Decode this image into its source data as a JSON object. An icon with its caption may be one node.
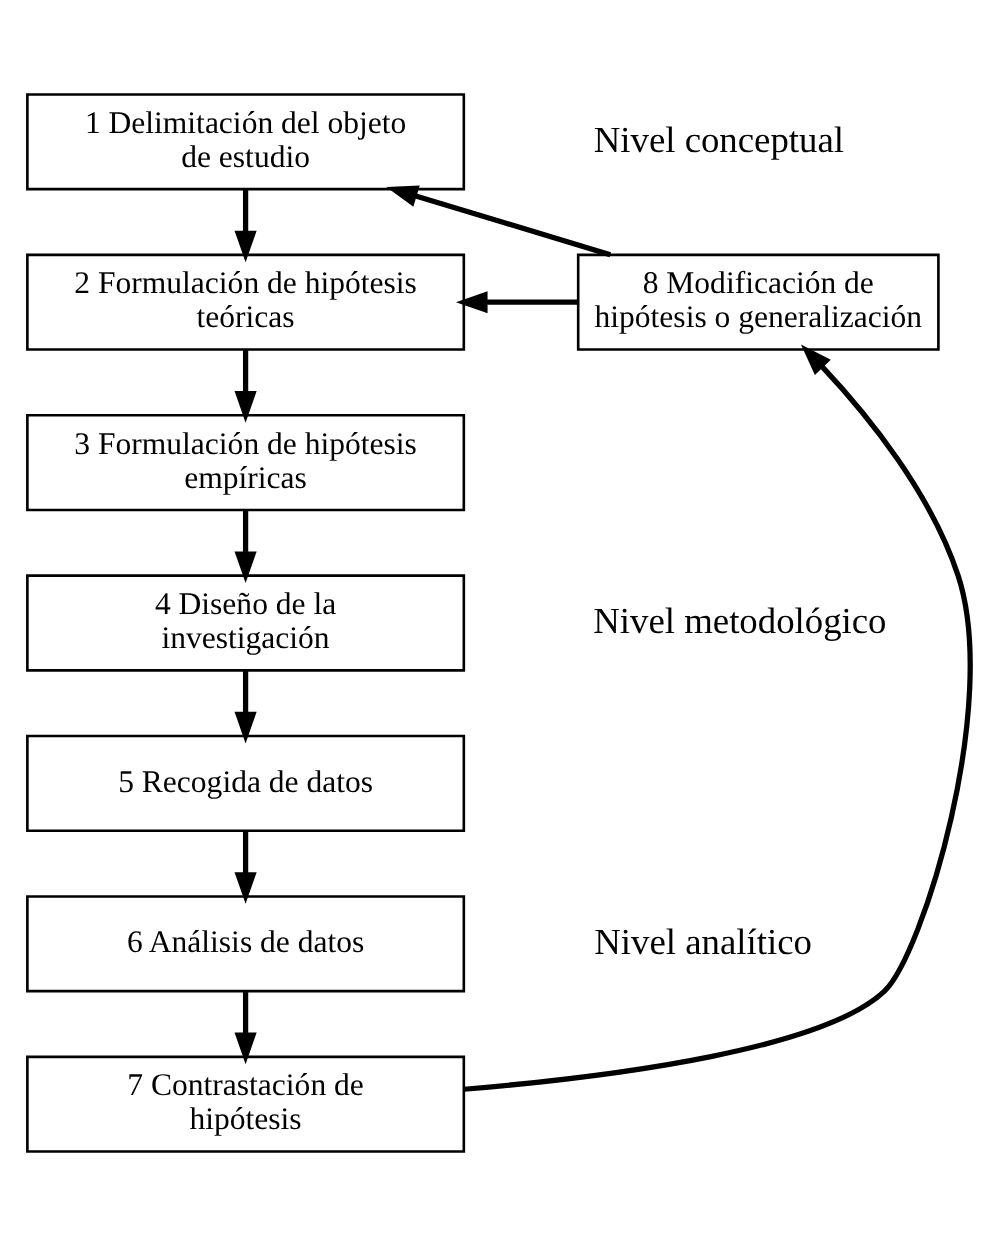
{
  "diagram": {
    "nodes": [
      {
        "text": [
          "1 Delimitación del objeto de estudio"
        ]
      },
      {
        "text": [
          "2 Formulación de hipótesis teóricas"
        ]
      },
      {
        "text": [
          "3 Formulación de hipótesis empíricas"
        ]
      },
      {
        "text": [
          "4 Diseño de la investigación"
        ]
      },
      {
        "text": [
          "5 Recogida de datos"
        ]
      },
      {
        "text": [
          "6 Análisis de datos"
        ]
      },
      {
        "text": [
          "7 Contrastación de hipótesis"
        ]
      },
      {
        "text": [
          "8 Modificación de hipótesis o generalización"
        ]
      }
    ],
    "edges": [
      {
        "from": 0,
        "to": 1,
        "arrow": "to"
      },
      {
        "from": 1,
        "to": 2,
        "arrow": "to"
      },
      {
        "from": 2,
        "to": 3,
        "arrow": "to"
      },
      {
        "from": 3,
        "to": 4,
        "arrow": "to"
      },
      {
        "from": 4,
        "to": 5,
        "arrow": "to"
      },
      {
        "from": 5,
        "to": 6,
        "arrow": "to"
      },
      {
        "from": 6,
        "to": 7,
        "arrow": "to"
      },
      {
        "from": 7,
        "to": 1,
        "arrow": "to"
      },
      {
        "from": 7,
        "to": 0,
        "arrow": "to"
      }
    ],
    "labels": [
      "Nivel conceptual",
      "Nivel metodológico",
      "Nivel analítico"
    ]
  }
}
